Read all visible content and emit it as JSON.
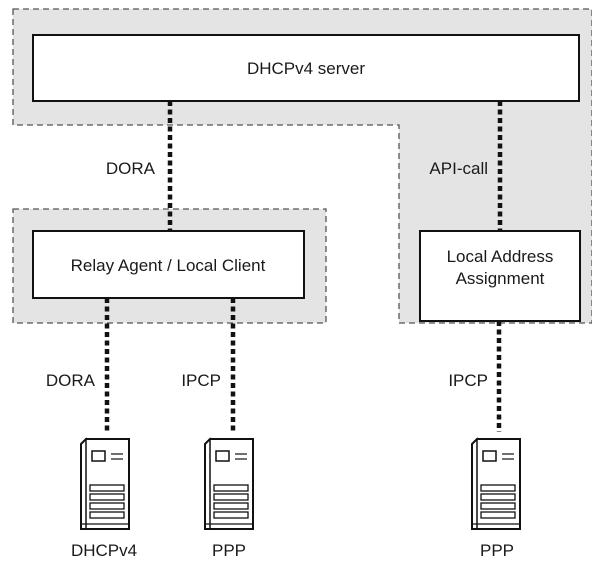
{
  "nodes": {
    "server": "DHCPv4 server",
    "relay": "Relay Agent / Local Client",
    "local_line1": "Local Address",
    "local_line2": "Assignment"
  },
  "links": {
    "dora_upper": "DORA",
    "api_call": "API-call",
    "dora_lower": "DORA",
    "ipcp_left": "IPCP",
    "ipcp_right": "IPCP"
  },
  "clients": {
    "dhcpv4": "DHCPv4",
    "ppp_left": "PPP",
    "ppp_right": "PPP"
  },
  "colors": {
    "zone_fill": "#e4e4e4",
    "zone_border": "#555555",
    "box_fill": "#ffffff",
    "line": "#111111"
  }
}
